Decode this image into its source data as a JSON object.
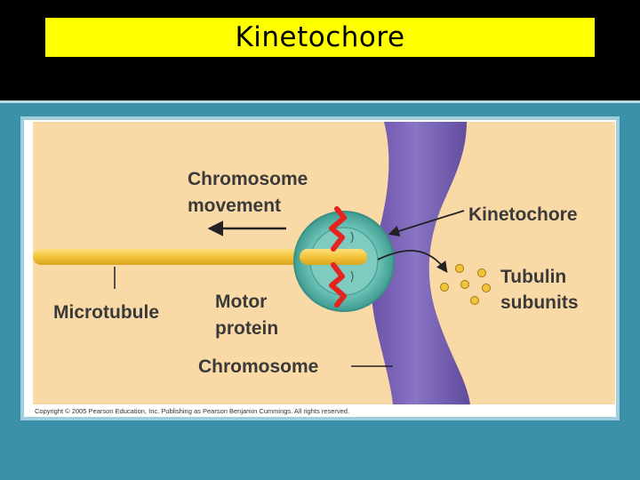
{
  "slide": {
    "title": "Kinetochore"
  },
  "diagram": {
    "labels": {
      "chromosome_movement_line1": "Chromosome",
      "chromosome_movement_line2": "movement",
      "kinetochore": "Kinetochore",
      "tubulin_line1": "Tubulin",
      "tubulin_line2": "subunits",
      "microtubule": "Microtubule",
      "motor_line1": "Motor",
      "motor_line2": "protein",
      "chromosome": "Chromosome"
    },
    "copyright": "Copyright © 2005 Pearson Education, Inc. Publishing as Pearson Benjamin Cummings. All rights reserved.",
    "colors": {
      "background": "#f9d9a6",
      "chromosome": "#7a63b5",
      "kinetochore_outer": "#5fb8ad",
      "kinetochore_inner": "#86cfc4",
      "microtubule": "#f4c33a",
      "motor_protein": "#e3241f",
      "tubulin_subunit": "#f4c33a"
    }
  }
}
